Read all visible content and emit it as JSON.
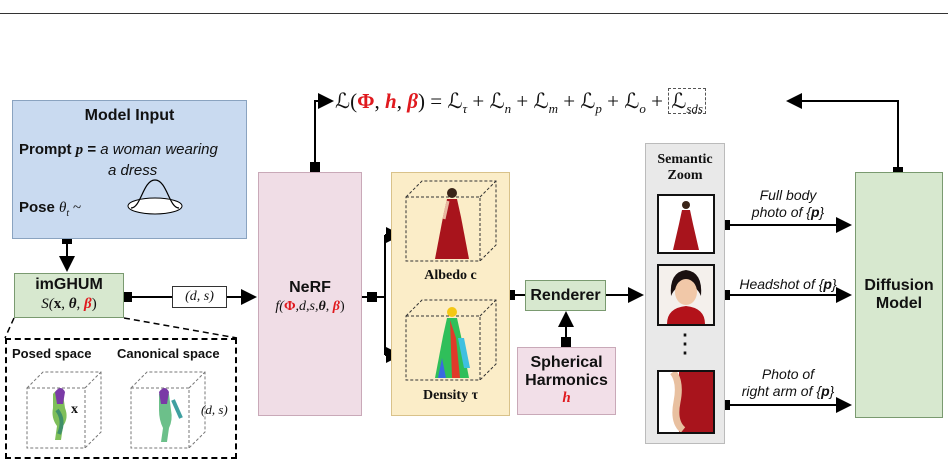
{
  "loss": {
    "script_L": "ℒ",
    "open": "(",
    "phi": "Φ",
    "comma1": ", ",
    "h": "h",
    "comma2": ", ",
    "beta": "β",
    "close": ") = ",
    "terms": [
      "τ",
      "n",
      "m",
      "p",
      "o"
    ],
    "plus": " + ",
    "sds": "sds"
  },
  "model_input": {
    "title": "Model Input",
    "prompt_label": "Prompt",
    "prompt_var": "p",
    "prompt_eq": " = ",
    "prompt_text_1": "a woman wearing",
    "prompt_text_2": "a dress",
    "pose_label": "Pose",
    "pose_var": "θ",
    "pose_sub": "t",
    "pose_tilde": " ~"
  },
  "imghum": {
    "title": "imGHUM",
    "formula_prefix": "S(",
    "x": "x",
    "theta": "θ",
    "beta": "β",
    "formula_suffix": ")"
  },
  "ds_label": "(d, s)",
  "posed": {
    "posed_label": "Posed space",
    "canonical_label": "Canonical space",
    "x_label": "x",
    "ds_label": "(d, s)"
  },
  "nerf": {
    "title": "NeRF",
    "f": "f(",
    "phi": "Φ",
    "mid": ",d,s,",
    "theta": "θ",
    "comma": ", ",
    "beta": "β",
    "close": ")"
  },
  "albedo_label": "Albedo c",
  "density_label": "Density τ",
  "renderer_label": "Renderer",
  "spherical": {
    "line1": "Spherical",
    "line2": "Harmonics",
    "h": "h"
  },
  "semantic_zoom": {
    "line1": "Semantic",
    "line2": "Zoom",
    "dots": "⋮"
  },
  "prompts": {
    "full_1": "Full body",
    "full_2": "photo of {",
    "p": "p",
    "close": "}",
    "head": "Headshot of {",
    "arm_1": "Photo of",
    "arm_2": "right arm of {"
  },
  "diffusion": {
    "line1": "Diffusion",
    "line2": "Model"
  },
  "colors": {
    "model_input_bg": "#c9daf0",
    "imghum_bg": "#d7e8cf",
    "nerf_bg": "#f0dde6",
    "density_bg": "#fbedc8",
    "renderer_bg": "#d7e8cf",
    "spherical_bg": "#f2dfe8",
    "semantic_bg": "#e9e9e9",
    "diffusion_bg": "#d7e8cf",
    "red": "#e0191e"
  }
}
